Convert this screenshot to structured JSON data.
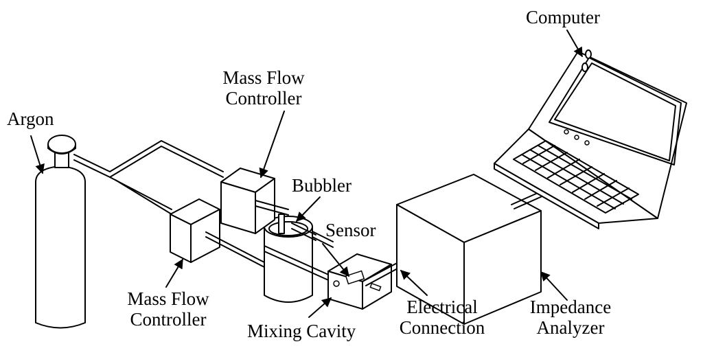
{
  "labels": {
    "argon": "Argon",
    "mfc_top_1": "Mass Flow",
    "mfc_top_2": "Controller",
    "mfc_bottom_1": "Mass Flow",
    "mfc_bottom_2": "Controller",
    "bubbler": "Bubbler",
    "sensor": "Sensor",
    "mixing_cavity": "Mixing Cavity",
    "electrical_1": "Electrical",
    "electrical_2": "Connection",
    "impedance_1": "Impedance",
    "impedance_2": "Analyzer",
    "computer": "Computer"
  }
}
